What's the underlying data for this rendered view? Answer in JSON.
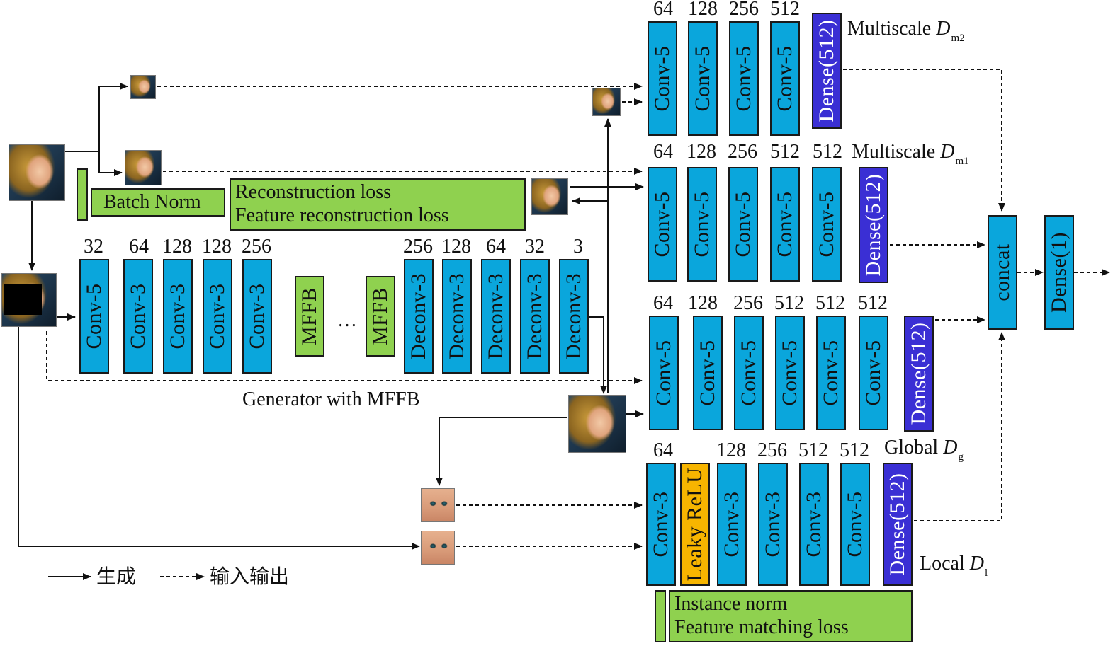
{
  "generator": {
    "label": "Generator with MFFB",
    "batch_norm": "Batch Norm",
    "loss_line1": "Reconstruction loss",
    "loss_line2": "Feature reconstruction loss",
    "dots": "…",
    "layers": [
      {
        "name": "Conv-5",
        "ch": "32"
      },
      {
        "name": "Conv-3",
        "ch": "64"
      },
      {
        "name": "Conv-3",
        "ch": "128"
      },
      {
        "name": "Conv-3",
        "ch": "128"
      },
      {
        "name": "Conv-3",
        "ch": "256"
      },
      {
        "name": "MFFB",
        "ch": ""
      },
      {
        "name": "MFFB",
        "ch": ""
      },
      {
        "name": "Deconv-3",
        "ch": "256"
      },
      {
        "name": "Deconv-3",
        "ch": "128"
      },
      {
        "name": "Deconv-3",
        "ch": "64"
      },
      {
        "name": "Deconv-3",
        "ch": "32"
      },
      {
        "name": "Deconv-3",
        "ch": "3"
      }
    ]
  },
  "disc_m2": {
    "label": "Multiscale ",
    "sym": "D",
    "sub": "m2",
    "channels": [
      "64",
      "128",
      "256",
      "512"
    ],
    "layers": [
      "Conv-5",
      "Conv-5",
      "Conv-5",
      "Conv-5"
    ],
    "dense": "Dense(512)"
  },
  "disc_m1": {
    "label": "Multiscale ",
    "sym": "D",
    "sub": "m1",
    "channels": [
      "64",
      "128",
      "256",
      "512",
      "512"
    ],
    "layers": [
      "Conv-5",
      "Conv-5",
      "Conv-5",
      "Conv-5",
      "Conv-5"
    ],
    "dense": "Dense(512)"
  },
  "disc_g": {
    "label": "Global ",
    "sym": "D",
    "sub": "g",
    "channels": [
      "64",
      "128",
      "256",
      "512",
      "512",
      "512"
    ],
    "layers": [
      "Conv-5",
      "Conv-5",
      "Conv-5",
      "Conv-5",
      "Conv-5",
      "Conv-5"
    ],
    "dense": "Dense(512)"
  },
  "disc_l": {
    "label": "Local ",
    "sym": "D",
    "sub": "l",
    "channels": [
      "64",
      "128",
      "256",
      "512",
      "512"
    ],
    "layers": [
      "Conv-3",
      "Leaky ReLU",
      "Conv-3",
      "Conv-3",
      "Conv-3",
      "Conv-5"
    ],
    "dense": "Dense(512)",
    "norm_line1": "Instance norm",
    "norm_line2": "Feature matching loss"
  },
  "head": {
    "concat": "concat",
    "dense": "Dense(1)"
  },
  "legend": {
    "generate": "生成",
    "io": "输入输出"
  },
  "colors": {
    "conv": "#0aa6dc",
    "dense": "#3a2fd4",
    "relu": "#f7b500",
    "green": "#8fd14f"
  }
}
